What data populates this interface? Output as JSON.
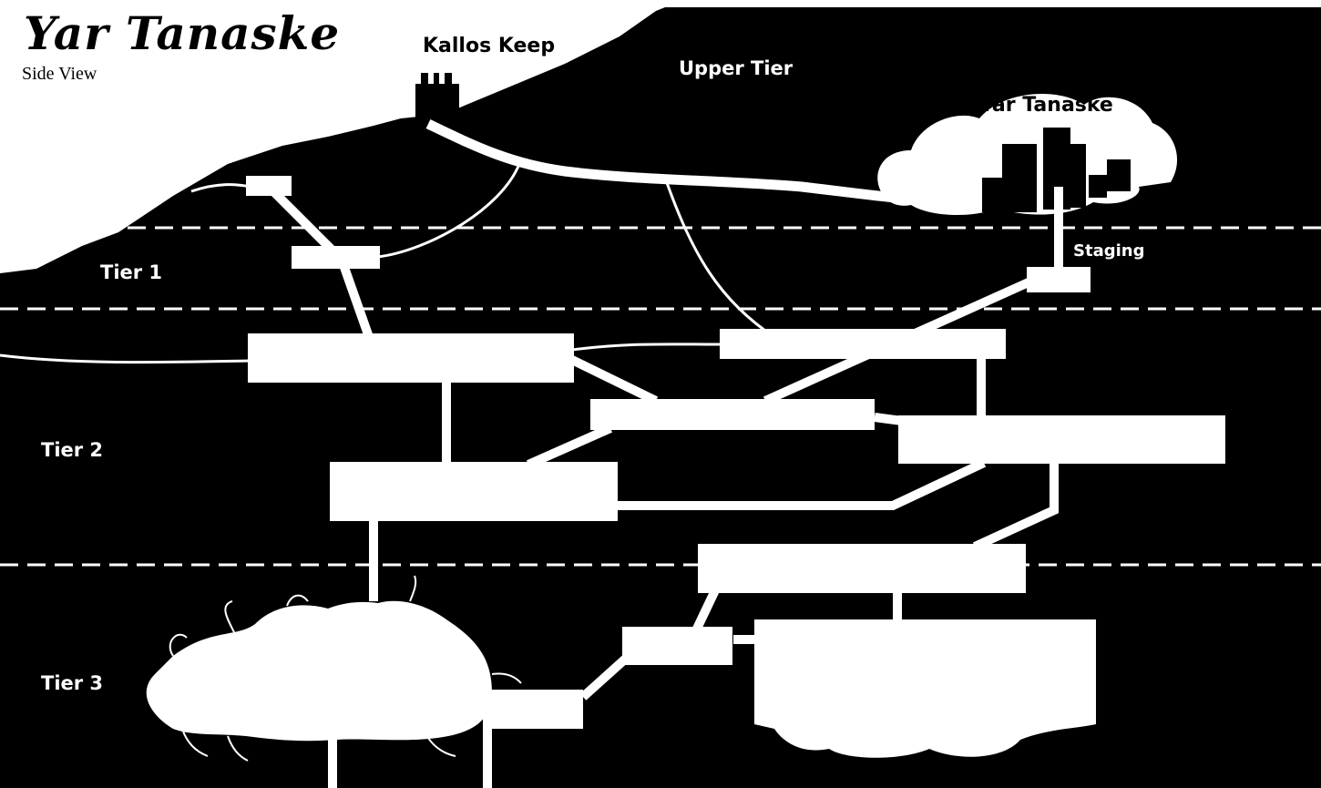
{
  "map": {
    "title": "Yar Tanaske",
    "subtitle": "Side View",
    "colors": {
      "rock": "#000000",
      "sky": "#ffffff",
      "passage": "#ffffff",
      "tier_line": "#ffffff"
    },
    "labels": {
      "kallos_keep": "Kallos Keep",
      "upper_tier": "Upper Tier",
      "yar_tanaske": "Yar Tanaske",
      "staging": "Staging",
      "tier_1": "Tier 1",
      "tier_2": "Tier 2",
      "tier_3": "Tier 3"
    }
  }
}
